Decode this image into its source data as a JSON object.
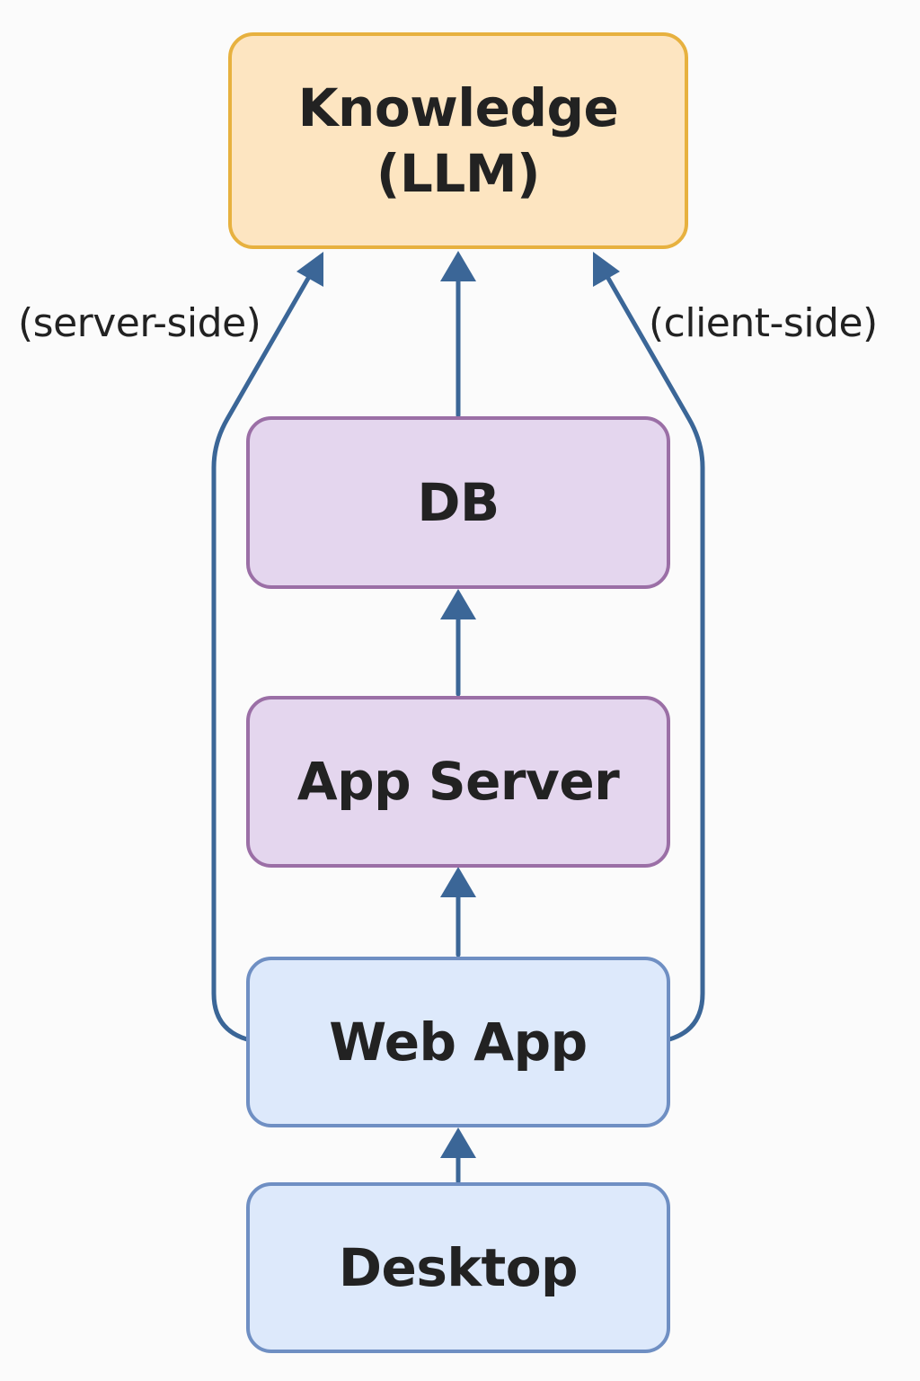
{
  "colors": {
    "edge": "#3b6697",
    "knowledge_fill": "#fde5c1",
    "knowledge_border": "#e7b13f",
    "server_fill": "#e4d6ee",
    "server_border": "#9b6fa6",
    "client_fill": "#dde9fb",
    "client_border": "#6f8fc3"
  },
  "nodes": {
    "knowledge": {
      "line1": "Knowledge",
      "line2": "(LLM)"
    },
    "db": {
      "label": "DB"
    },
    "app_server": {
      "label": "App Server"
    },
    "web_app": {
      "label": "Web App"
    },
    "desktop": {
      "label": "Desktop"
    }
  },
  "edge_labels": {
    "left": "(server-side)",
    "right": "(client-side)"
  },
  "edges": [
    {
      "from": "desktop",
      "to": "web_app"
    },
    {
      "from": "web_app",
      "to": "app_server"
    },
    {
      "from": "app_server",
      "to": "db"
    },
    {
      "from": "db",
      "to": "knowledge"
    },
    {
      "from": "web_app",
      "to": "knowledge",
      "label": "(server-side)"
    },
    {
      "from": "web_app",
      "to": "knowledge",
      "label": "(client-side)"
    }
  ]
}
